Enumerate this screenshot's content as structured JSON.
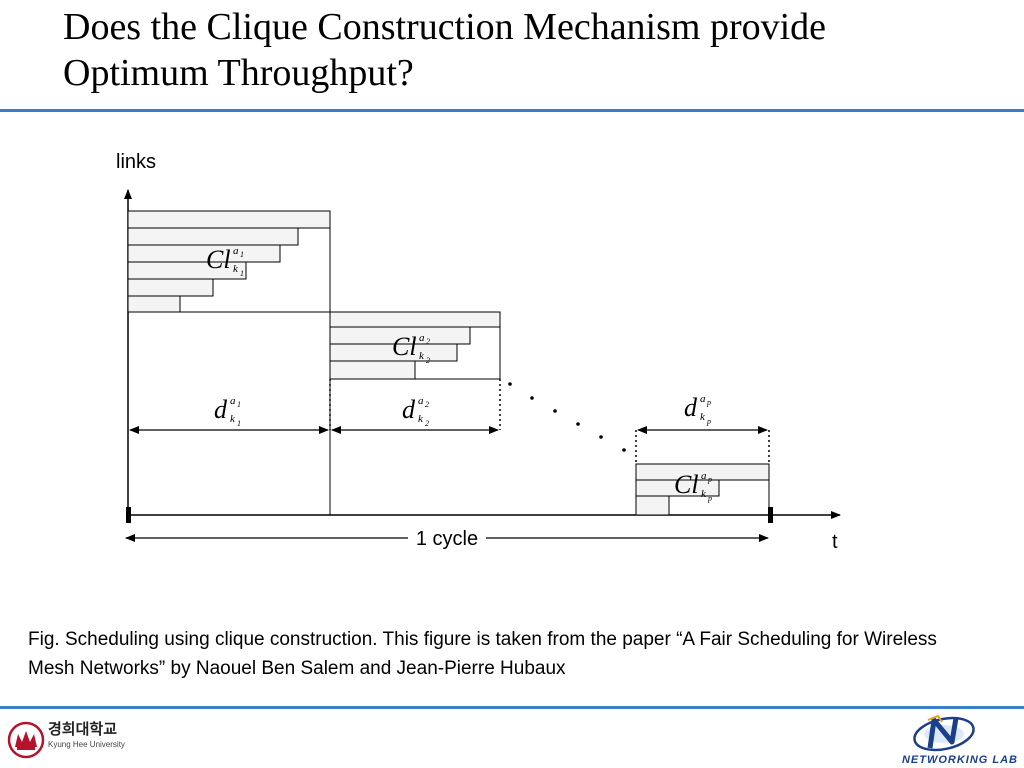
{
  "slide": {
    "title": "Does the Clique Construction Mechanism provide Optimum Throughput?",
    "caption": "Fig. Scheduling using clique construction. This figure is taken from the paper “A Fair Scheduling for Wireless Mesh Networks” by Naouel Ben Salem and Jean-Pierre Hubaux"
  },
  "diagram": {
    "y_axis_label": "links",
    "x_axis_label": "t",
    "cycle_label": "1 cycle",
    "cliques": [
      {
        "main": "Cl",
        "sup": "a",
        "sup_sub": "1",
        "sub": "k",
        "sub_sub": "1"
      },
      {
        "main": "Cl",
        "sup": "a",
        "sup_sub": "2",
        "sub": "k",
        "sub_sub": "2"
      },
      {
        "main": "Cl",
        "sup": "a",
        "sup_sub": "p",
        "sub": "k",
        "sub_sub": "p"
      }
    ],
    "durations": [
      {
        "main": "d",
        "sup": "a",
        "sup_sub": "1",
        "sub": "k",
        "sub_sub": "1"
      },
      {
        "main": "d",
        "sup": "a",
        "sup_sub": "2",
        "sub": "k",
        "sub_sub": "2"
      },
      {
        "main": "d",
        "sup": "a",
        "sup_sub": "p",
        "sub": "k",
        "sub_sub": "p"
      }
    ]
  },
  "logos": {
    "university_kr": "경희대학교",
    "university_en": "Kyung Hee University",
    "lab": "NETWORKING LAB"
  },
  "colors": {
    "rule": "#3b7fc4",
    "bar_fill": "#f4f4f4",
    "line": "#000000"
  }
}
